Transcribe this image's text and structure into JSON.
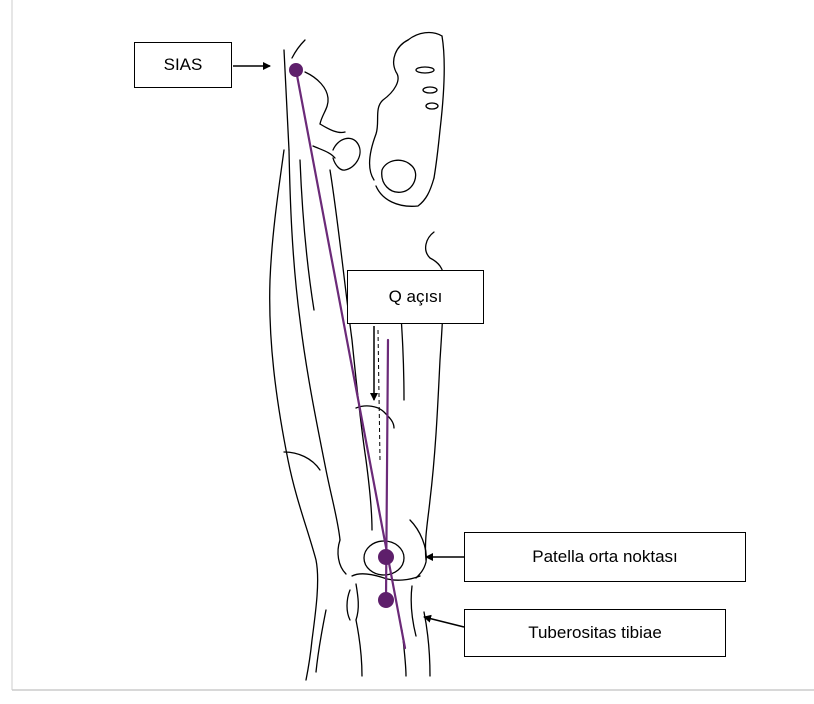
{
  "labels": {
    "sias": "SIAS",
    "q_angle": "Q açısı",
    "patella_mid": "Patella orta noktası",
    "tuberositas": "Tuberositas tibiae"
  },
  "colors": {
    "axis_line": "#6b2a78",
    "landmark_dot": "#5e1f6b",
    "outline": "#000000",
    "border_left": "#dddddd",
    "border_bottom": "#cccccc"
  }
}
